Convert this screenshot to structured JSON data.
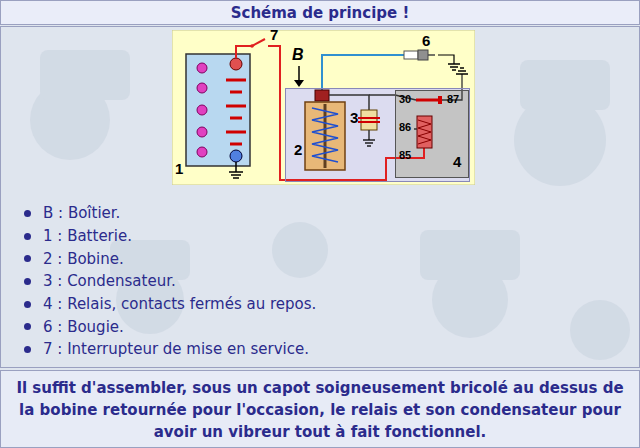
{
  "diagram": {
    "title": "Schéma de principe !",
    "caption": "Il suffit d'assembler, sous un capot soigneusement bricolé au dessus de la bobine retournée pour l'occasion, le relais et son condensateur pour avoir un vibreur tout à fait fonctionnel.",
    "nodes": [
      {
        "text": [
          "B"
        ]
      },
      {
        "text": [
          "30",
          "87",
          "86",
          "85",
          "4"
        ],
        "in": 0
      }
    ],
    "labels": [
      "1",
      "7",
      "2",
      "3",
      "6"
    ],
    "legend": [
      {
        "text": "B : Boîtier."
      },
      {
        "text": "1 : Batterie."
      },
      {
        "text": "2 : Bobine."
      },
      {
        "text": "3 : Condensateur."
      },
      {
        "text": "4 : Relais, contacts fermés au repos."
      },
      {
        "text": "6 : Bougie."
      },
      {
        "text": "7 : Interrupteur de mise en service."
      }
    ]
  }
}
